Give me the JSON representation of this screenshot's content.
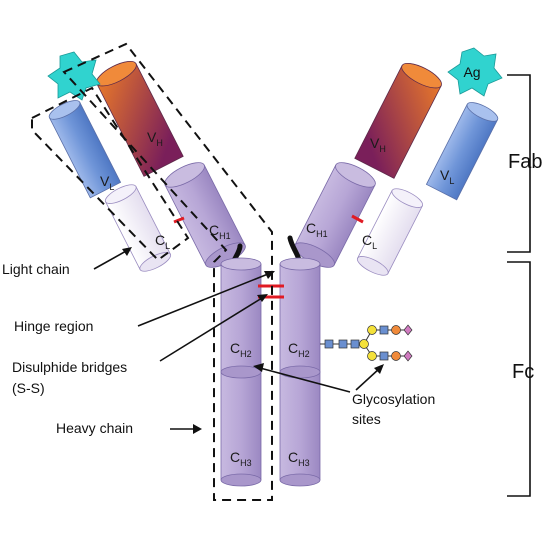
{
  "colors": {
    "constant": "#b9a9d6",
    "constant_dark": "#9c8bc2",
    "light_const": "#f1eef7",
    "variable_light": "#6f95d8",
    "variable_heavy_top": "#e0762a",
    "variable_heavy_bottom": "#7a1f5a",
    "antigen": "#30d3cf",
    "disulphide": "#e01b24",
    "glycan_square": "#6a8fd0",
    "glycan_circle_yellow": "#f4e13a",
    "glycan_diamond": "#d07bc0",
    "glycan_orange": "#f08a3a"
  },
  "domains": {
    "vh": {
      "main": "V",
      "sub": "H"
    },
    "vl": {
      "main": "V",
      "sub": "L"
    },
    "cl": {
      "main": "C",
      "sub": "L"
    },
    "ch1": {
      "main": "C",
      "sub": "H1"
    },
    "ch2": {
      "main": "C",
      "sub": "H2"
    },
    "ch3": {
      "main": "C",
      "sub": "H3"
    }
  },
  "antigen_label": "Ag",
  "brackets": {
    "fab": "Fab",
    "fc": "Fc"
  },
  "annotations": {
    "light_chain": "Light chain",
    "hinge_region": "Hinge region",
    "disulphide_line1": "Disulphide bridges",
    "disulphide_line2": "(S-S)",
    "heavy_chain": "Heavy chain",
    "glyco_line1": "Glycosylation",
    "glyco_line2": "sites"
  }
}
